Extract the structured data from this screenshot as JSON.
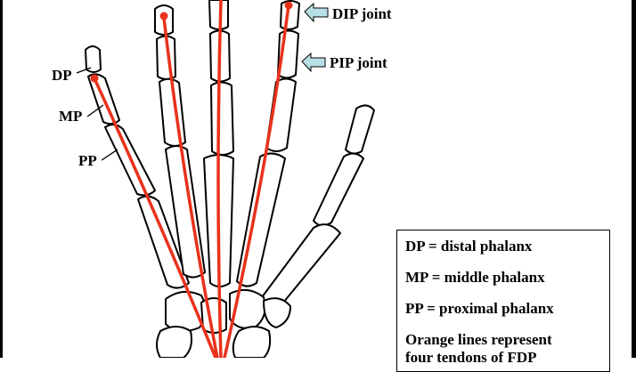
{
  "labels": {
    "dip_joint": "DIP joint",
    "pip_joint": "PIP joint",
    "dp": "DP",
    "mp": "MP",
    "pp": "PP"
  },
  "legend": {
    "dp_definition": "DP = distal phalanx",
    "mp_definition": "MP = middle phalanx",
    "pp_definition": "PP = proximal phalanx",
    "note_line1": "Orange lines represent",
    "note_line2": "four tendons of FDP"
  },
  "colors": {
    "tendon": "#e8321c",
    "arrow_fill": "#b8dfe6",
    "bone_fill": "#ffffff",
    "outline": "#000000"
  }
}
